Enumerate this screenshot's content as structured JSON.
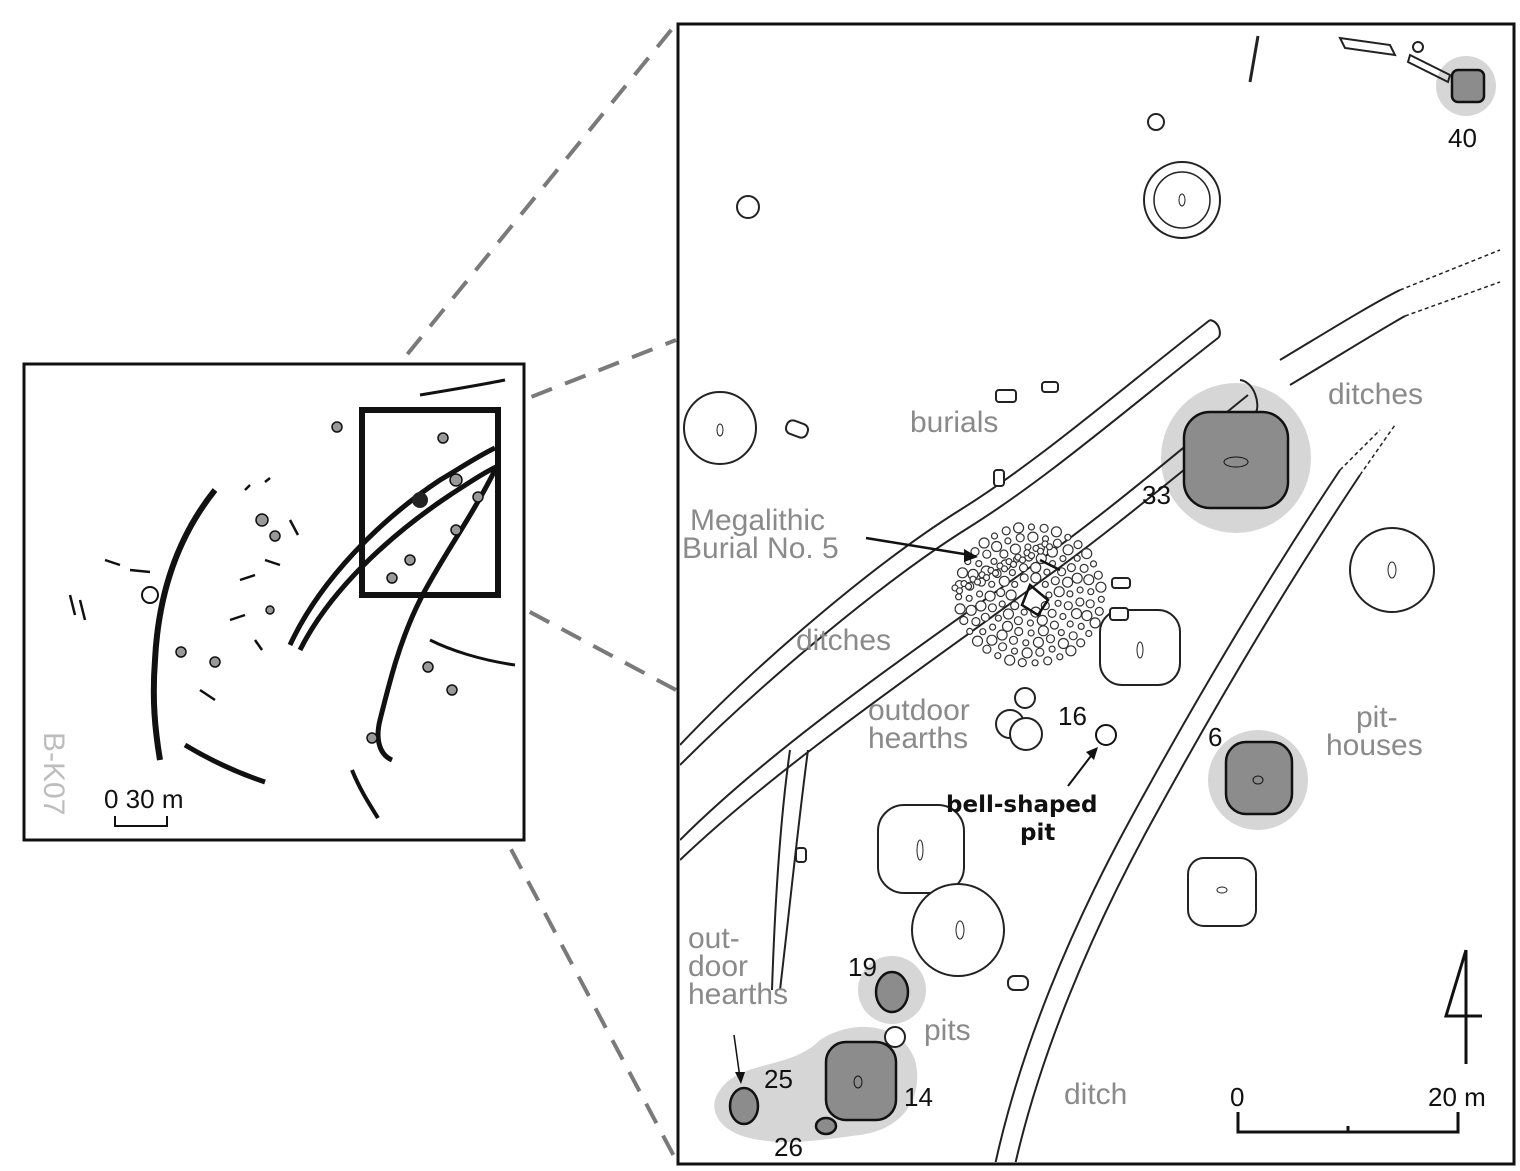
{
  "overview_map": {
    "site_code": "B-K07",
    "scale_label": "0 30 m"
  },
  "detail_map": {
    "labels": {
      "burials": "burials",
      "ditches_top": "ditches",
      "ditches_mid": "ditches",
      "megalithic_line1": "Megalithic",
      "megalithic_line2": "Burial No. 5",
      "outdoor_hearths_mid_1": "outdoor",
      "outdoor_hearths_mid_2": "hearths",
      "pit_houses_1": "pit-",
      "pit_houses_2": "houses",
      "bell_pit_1": "bell-shaped",
      "bell_pit_2": "pit",
      "outdoor_hearths_bl_1": "out-",
      "outdoor_hearths_bl_2": "door",
      "outdoor_hearths_bl_3": "hearths",
      "pits": "pits",
      "ditch": "ditch"
    },
    "feature_numbers": {
      "n40": "40",
      "n33": "33",
      "n16": "16",
      "n6": "6",
      "n19": "19",
      "n25": "25",
      "n14": "14",
      "n26": "26"
    },
    "scale_bar": {
      "start": "0",
      "end": "20 m"
    }
  }
}
